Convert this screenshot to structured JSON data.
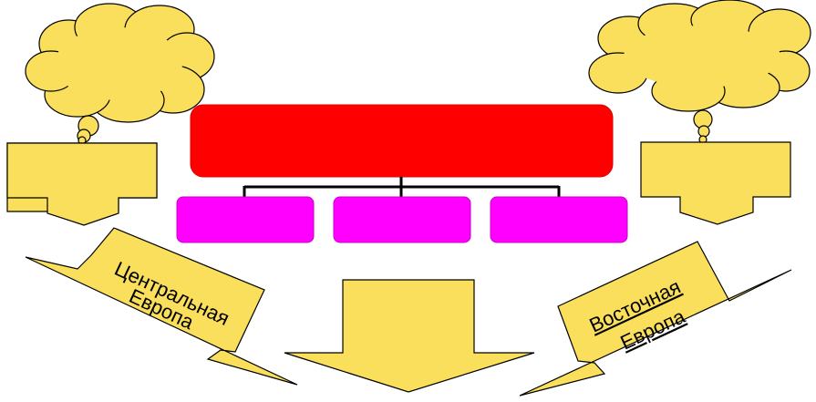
{
  "colors": {
    "background": "#ffffff",
    "yellow": "#f9df5b",
    "red": "#ff0000",
    "magenta": "#ff00ff",
    "outline": "#000000"
  },
  "labels": {
    "central_line1": "Центральная",
    "central_line2": "Европа",
    "eastern_line1": "Восточная",
    "eastern_line2": "Европа"
  },
  "org_chart": {
    "top_box_text": "",
    "child_boxes": [
      "",
      "",
      ""
    ]
  }
}
